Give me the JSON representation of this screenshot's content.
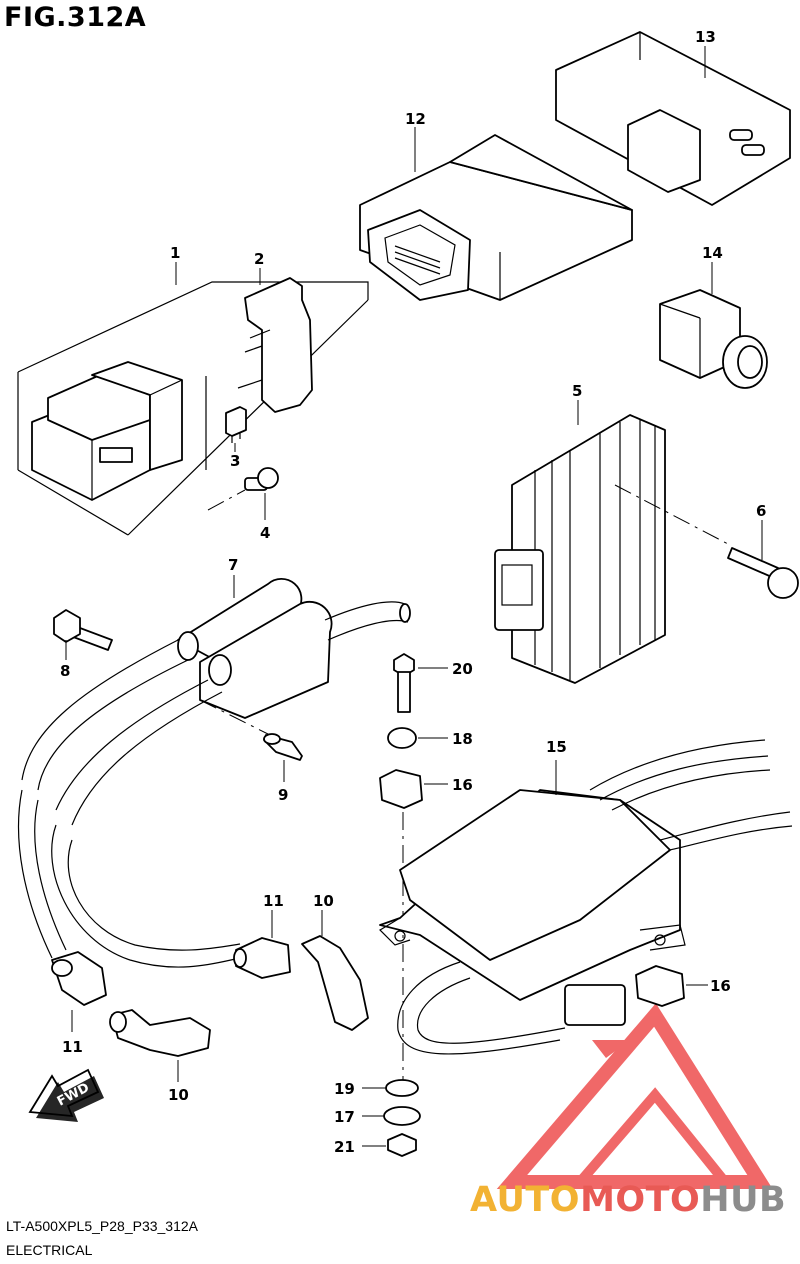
{
  "header": {
    "title": "FIG.312A"
  },
  "footer": {
    "model_code": "LT-A500XPL5_P28_P33_312A",
    "section": "ELECTRICAL"
  },
  "direction_badge": {
    "label": "FWD"
  },
  "watermark": {
    "part1": "AUTO",
    "part2": "MOTO",
    "part3": "HUB",
    "colors": {
      "part1": "#f2b233",
      "part2": "#e85a55",
      "part3": "#8c8c8c",
      "logo": "#ee4e4e"
    }
  },
  "callouts": {
    "c1": "1",
    "c2": "2",
    "c3": "3",
    "c4": "4",
    "c5": "5",
    "c6": "6",
    "c7": "7",
    "c8": "8",
    "c9": "9",
    "c10a": "10",
    "c10b": "10",
    "c11a": "11",
    "c11b": "11",
    "c12": "12",
    "c13": "13",
    "c14": "14",
    "c15": "15",
    "c16a": "16",
    "c16b": "16",
    "c17": "17",
    "c18": "18",
    "c19": "19",
    "c20": "20",
    "c21": "21"
  }
}
